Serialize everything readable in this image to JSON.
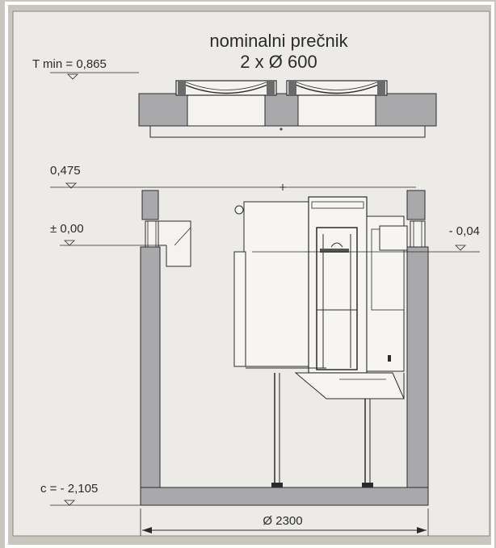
{
  "drawing": {
    "title_line1": "nominalni prečnik",
    "title_line2": "2 x Ø 600",
    "levels": {
      "t_min": "T min = 0,865",
      "top": "0,475",
      "zero": "± 0,00",
      "outlet": "- 0,04",
      "bottom": "c = - 2,105"
    },
    "diameter": "Ø 2300"
  },
  "colors": {
    "background": "#c9c6bf",
    "paper": "#ecebe7",
    "concrete": "#a9a9ac",
    "line": "#2b2b2b",
    "equipment": "#f6f5f1"
  }
}
